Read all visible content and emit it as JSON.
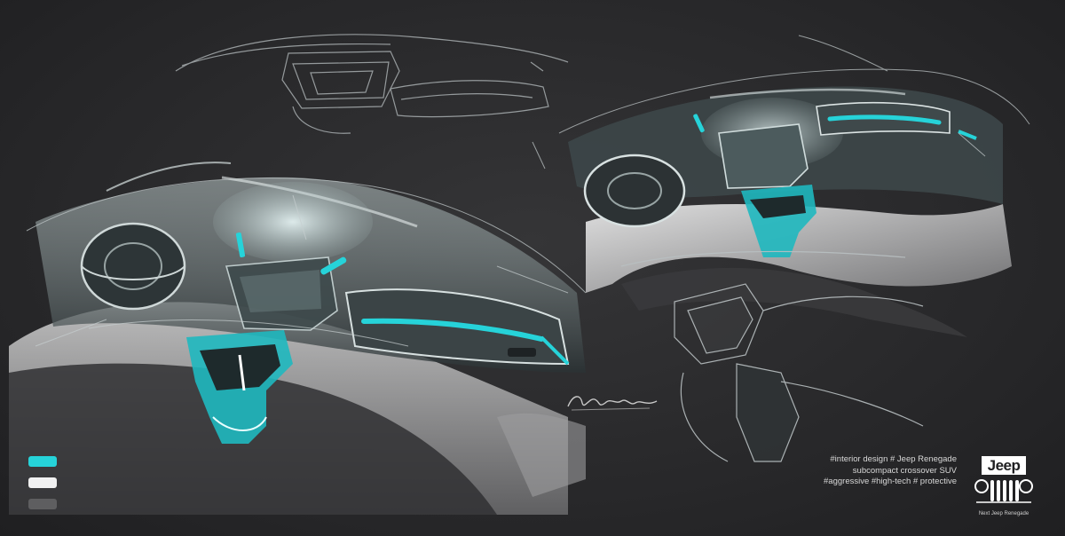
{
  "caption": {
    "line1": "#interior design # Jeep Renegade",
    "line2": "subcompact crossover SUV",
    "line3": "#aggressive #high-tech # protective"
  },
  "logo": {
    "word": "Jeep",
    "subtitle": "Next Jeep Renegade"
  },
  "swatches": {
    "accent": "#26d3d9",
    "light": "#f1f1f1",
    "dark": "#5e5e60"
  },
  "background": "#2b2b2d"
}
